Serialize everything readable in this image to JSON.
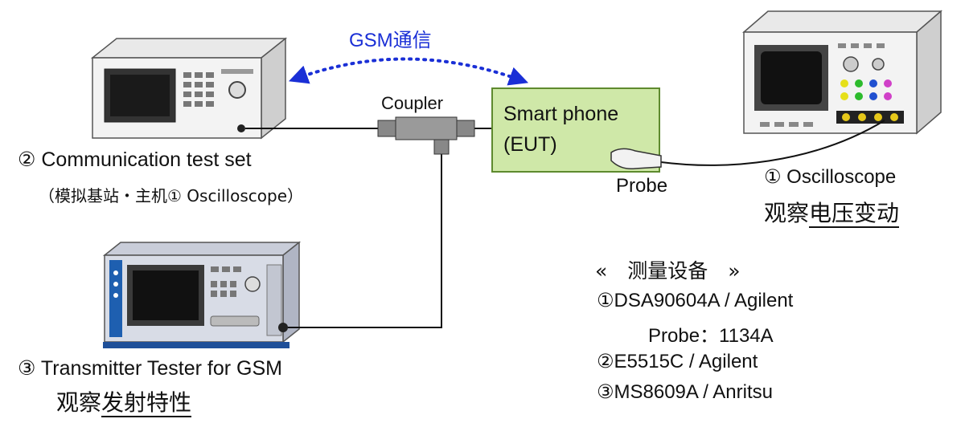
{
  "link": {
    "label": "GSM通信",
    "color": "#1a2fd6"
  },
  "coupler": {
    "label": "Coupler"
  },
  "eut": {
    "line1": "Smart phone",
    "line2": "(EUT)",
    "fill": "#cfe8a8",
    "stroke": "#5e8a2e"
  },
  "probe": {
    "label": "Probe"
  },
  "comm_set": {
    "title": "② Communication test set",
    "subtitle": "（模拟基站・主机① Oscilloscope）"
  },
  "oscilloscope": {
    "title": "① Oscilloscope",
    "note_prefix": "观察",
    "note_underlined": "电压变动"
  },
  "tx_tester": {
    "title": "③ Transmitter Tester for GSM",
    "note_prefix": "观察",
    "note_underlined": "发射特性"
  },
  "equipment": {
    "heading": "«　测量设备　»",
    "items": [
      "①DSA90604A / Agilent",
      "Probe：1134A",
      "②E5515C / Agilent",
      "③MS8609A / Anritsu"
    ]
  }
}
